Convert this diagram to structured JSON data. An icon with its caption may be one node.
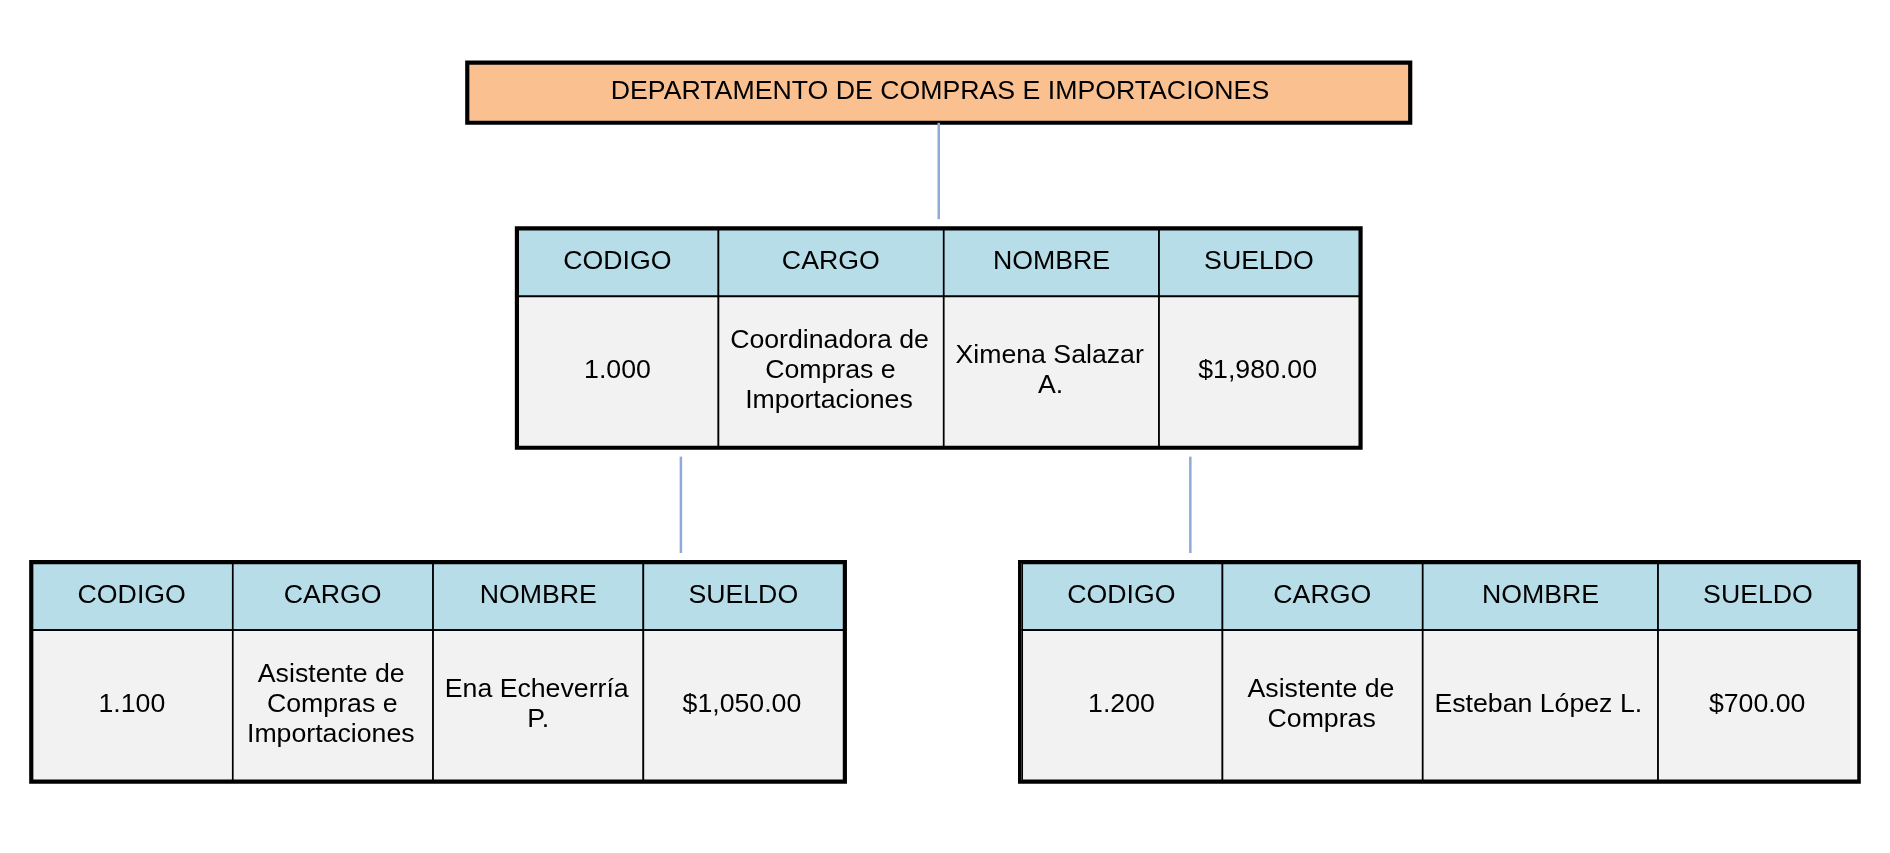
{
  "diagram": {
    "nodes": [
      {
        "text": [
          "DEPARTAMENTO DE COMPRAS E IMPORTACIONES"
        ]
      },
      {
        "text": [
          "CODIGO",
          "CARGO",
          "NOMBRE",
          "SUELDO",
          "1.000",
          "Coordinadora de Compras e Importaciones",
          "Ximena Salazar A.",
          "$1,980.00"
        ]
      },
      {
        "text": [
          "CODIGO",
          "CARGO",
          "NOMBRE",
          "SUELDO",
          "1.100",
          "Asistente de Compras e Importaciones",
          "Ena Echeverría P.",
          "$1,050.00"
        ]
      },
      {
        "text": [
          "CODIGO",
          "CARGO",
          "NOMBRE",
          "SUELDO",
          "1.200",
          "Asistente de Compras",
          "Esteban López L.",
          "$700.00"
        ]
      }
    ],
    "edges": [
      {
        "from": 0,
        "to": 1,
        "arrow": "none"
      },
      {
        "from": 1,
        "to": 2,
        "arrow": "none"
      },
      {
        "from": 1,
        "to": 3,
        "arrow": "none"
      }
    ]
  }
}
